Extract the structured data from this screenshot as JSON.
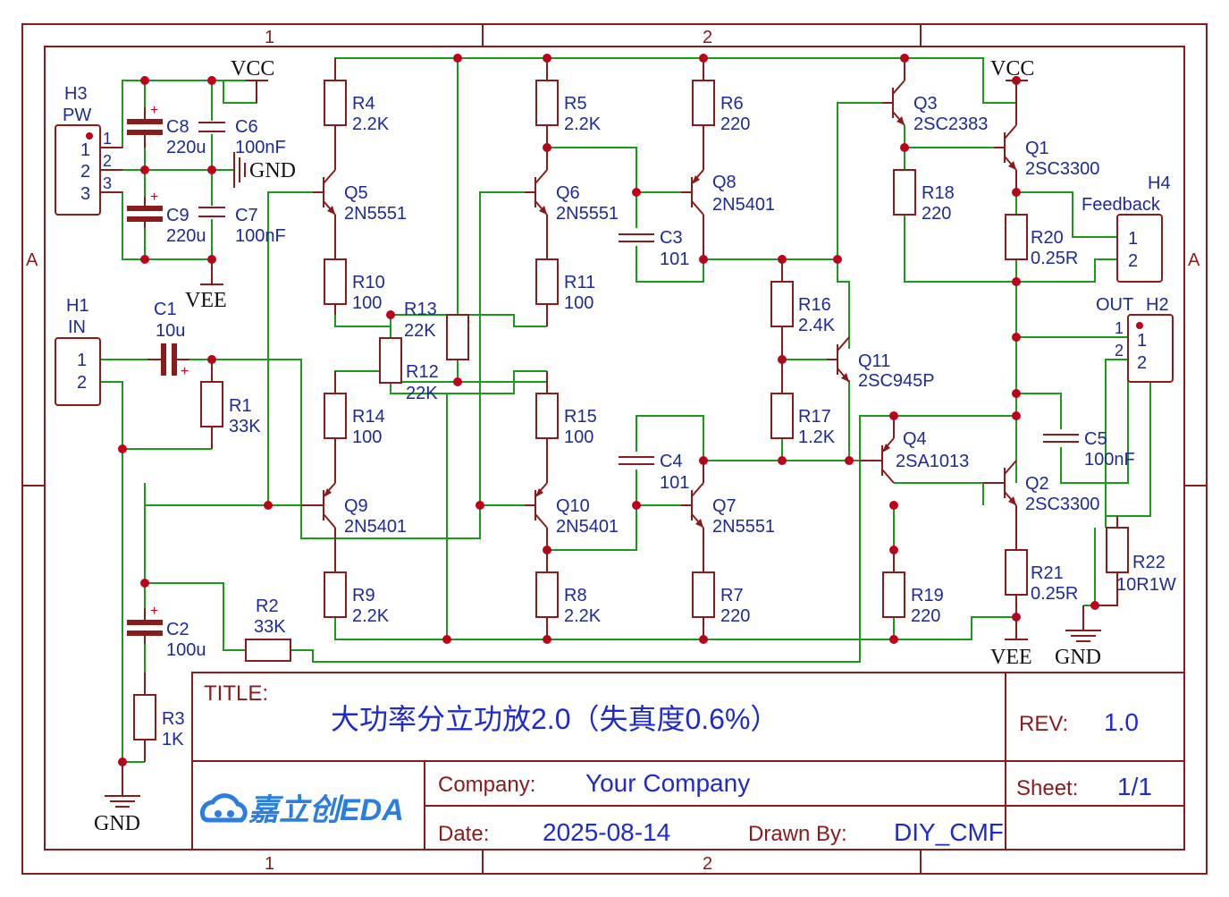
{
  "frame": {
    "col_labels": [
      "1",
      "2"
    ],
    "row_label": "A"
  },
  "nets": {
    "vcc_left": "VCC",
    "vcc_right": "VCC",
    "vee_left": "VEE",
    "vee_right": "VEE",
    "gnd_h3": "GND",
    "gnd_bottom": "GND",
    "gnd_out": "GND"
  },
  "connectors": {
    "h3": {
      "ref": "H3",
      "name": "PW",
      "pins": [
        "1",
        "2",
        "3"
      ]
    },
    "h1": {
      "ref": "H1",
      "name": "IN",
      "pins": [
        "1",
        "2"
      ]
    },
    "h4": {
      "ref": "H4",
      "name": "Feedback",
      "pins": [
        "1",
        "2"
      ]
    },
    "h2": {
      "ref": "H2",
      "name": "OUT",
      "pins": [
        "1",
        "2"
      ]
    }
  },
  "components": {
    "c8": {
      "ref": "C8",
      "value": "220u"
    },
    "c6": {
      "ref": "C6",
      "value": "100nF"
    },
    "c9": {
      "ref": "C9",
      "value": "220u"
    },
    "c7": {
      "ref": "C7",
      "value": "100nF"
    },
    "c1": {
      "ref": "C1",
      "value": "10u"
    },
    "r1": {
      "ref": "R1",
      "value": "33K"
    },
    "c2": {
      "ref": "C2",
      "value": "100u"
    },
    "r3": {
      "ref": "R3",
      "value": "1K"
    },
    "r2": {
      "ref": "R2",
      "value": "33K"
    },
    "r4": {
      "ref": "R4",
      "value": "2.2K"
    },
    "q5": {
      "ref": "Q5",
      "value": "2N5551"
    },
    "r10": {
      "ref": "R10",
      "value": "100"
    },
    "r13": {
      "ref": "R13",
      "value": "22K"
    },
    "r12": {
      "ref": "R12",
      "value": "22K"
    },
    "r14": {
      "ref": "R14",
      "value": "100"
    },
    "q9": {
      "ref": "Q9",
      "value": "2N5401"
    },
    "r9": {
      "ref": "R9",
      "value": "2.2K"
    },
    "r5": {
      "ref": "R5",
      "value": "2.2K"
    },
    "q6": {
      "ref": "Q6",
      "value": "2N5551"
    },
    "r11": {
      "ref": "R11",
      "value": "100"
    },
    "r15": {
      "ref": "R15",
      "value": "100"
    },
    "q10": {
      "ref": "Q10",
      "value": "2N5401"
    },
    "r8": {
      "ref": "R8",
      "value": "2.2K"
    },
    "r6": {
      "ref": "R6",
      "value": "220"
    },
    "q8": {
      "ref": "Q8",
      "value": "2N5401"
    },
    "c3": {
      "ref": "C3",
      "value": "101"
    },
    "c4": {
      "ref": "C4",
      "value": "101"
    },
    "q7": {
      "ref": "Q7",
      "value": "2N5551"
    },
    "r7": {
      "ref": "R7",
      "value": "220"
    },
    "r16": {
      "ref": "R16",
      "value": "2.4K"
    },
    "q11": {
      "ref": "Q11",
      "value": "2SC945P"
    },
    "r17": {
      "ref": "R17",
      "value": "1.2K"
    },
    "q3": {
      "ref": "Q3",
      "value": "2SC2383"
    },
    "r18": {
      "ref": "R18",
      "value": "220"
    },
    "q1": {
      "ref": "Q1",
      "value": "2SC3300"
    },
    "r20": {
      "ref": "R20",
      "value": "0.25R"
    },
    "q4": {
      "ref": "Q4",
      "value": "2SA1013"
    },
    "r19": {
      "ref": "R19",
      "value": "220"
    },
    "q2": {
      "ref": "Q2",
      "value": "2SC3300"
    },
    "c5": {
      "ref": "C5",
      "value": "100nF"
    },
    "r21": {
      "ref": "R21",
      "value": "0.25R"
    },
    "r22": {
      "ref": "R22",
      "value": "10R1W"
    }
  },
  "title_block": {
    "title_label": "TITLE:",
    "title": "大功率分立功放2.0（失真度0.6%）",
    "rev_label": "REV:",
    "rev": "1.0",
    "company_label": "Company:",
    "company": "Your Company",
    "sheet_label": "Sheet:",
    "sheet": "1/1",
    "date_label": "Date:",
    "date": "2025-08-14",
    "drawn_label": "Drawn By:",
    "drawn_by": "DIY_CMF",
    "logo_text": "嘉立创EDA"
  },
  "colors": {
    "frame": "#8b1a1a",
    "wire": "#1a9a1a",
    "component": "#8b1a1a",
    "junction": "#c0001a",
    "text": "#1d2a9a",
    "title_value": "#1d2ad0",
    "logo": "#2a7de1"
  }
}
